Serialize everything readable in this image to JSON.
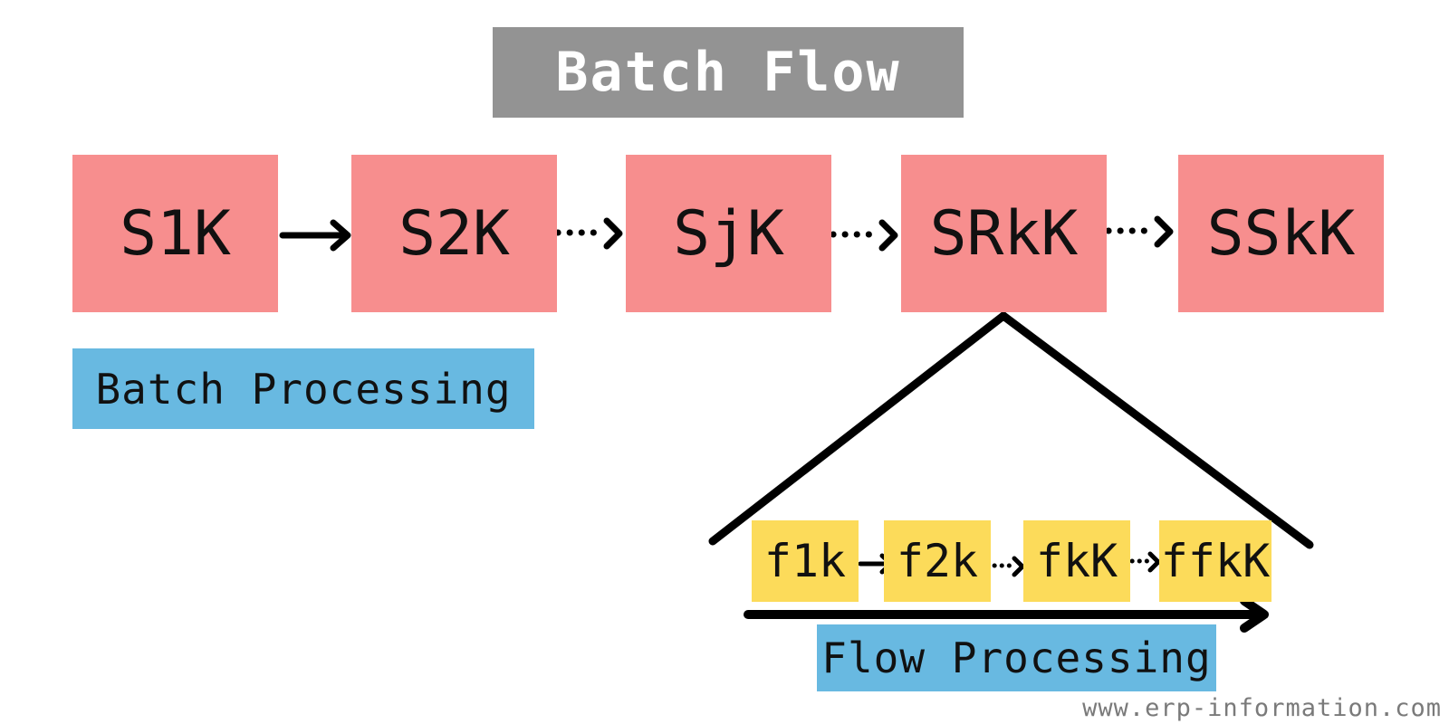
{
  "title": "Batch Flow",
  "batch_stages": [
    "S1K",
    "S2K",
    "SjK",
    "SRkK",
    "SSkK"
  ],
  "batch_connectors": [
    "solid",
    "dotted",
    "dotted",
    "dotted"
  ],
  "flow_stages": [
    "f1k",
    "f2k",
    "fkK",
    "ffkK"
  ],
  "flow_connectors": [
    "solid",
    "dotted",
    "dotted"
  ],
  "labels": {
    "batch": "Batch Processing",
    "flow": "Flow Processing"
  },
  "watermark": "www.erp-information.com",
  "colors": {
    "title_bg": "#939393",
    "stage_bg": "#f78e8e",
    "flow_bg": "#fcdb5a",
    "label_bg": "#68b9e1",
    "line": "#000000",
    "watermark": "#7a7a7a"
  }
}
